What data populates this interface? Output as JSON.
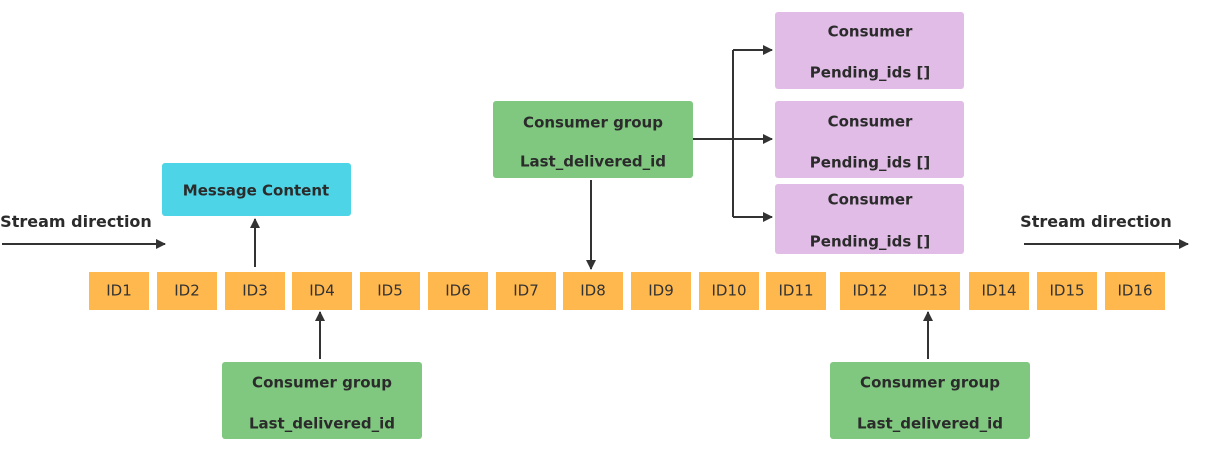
{
  "stream": {
    "direction_label_left": "Stream direction",
    "direction_label_right": "Stream direction",
    "ids": [
      "ID1",
      "ID2",
      "ID3",
      "ID4",
      "ID5",
      "ID6",
      "ID7",
      "ID8",
      "ID9",
      "ID10",
      "ID11",
      "ID12",
      "ID13",
      "ID14",
      "ID15",
      "ID16"
    ]
  },
  "message_content": {
    "label": "Message Content"
  },
  "consumer_groups": [
    {
      "title": "Consumer group",
      "field": "Last_delivered_id"
    },
    {
      "title": "Consumer group",
      "field": "Last_delivered_id"
    },
    {
      "title": "Consumer group",
      "field": "Last_delivered_id"
    }
  ],
  "consumers": [
    {
      "title": "Consumer",
      "field": "Pending_ids []"
    },
    {
      "title": "Consumer",
      "field": "Pending_ids []"
    },
    {
      "title": "Consumer",
      "field": "Pending_ids []"
    }
  ],
  "colors": {
    "id_cell": "#FFB84D",
    "message_content": "#4DD4E6",
    "consumer_group": "#80C880",
    "consumer": "#E0BCE6",
    "arrow": "#333333"
  }
}
